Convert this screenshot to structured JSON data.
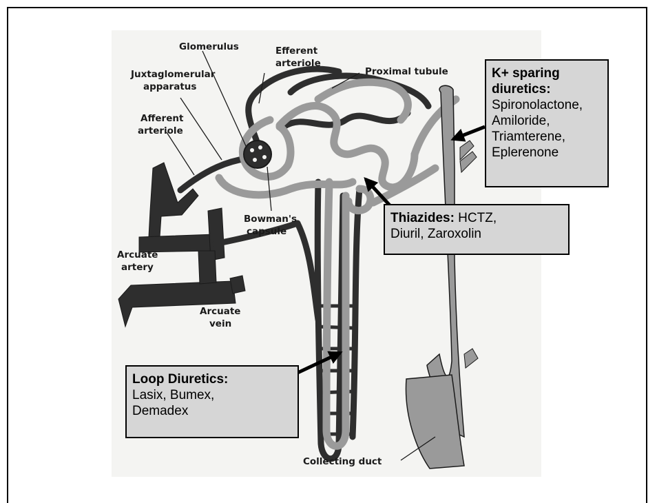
{
  "diagram": {
    "labels": {
      "glomerulus": "Glomerulus",
      "efferent_arteriole_1": "Efferent",
      "efferent_arteriole_2": "arteriole",
      "proximal_tubule": "Proximal tubule",
      "juxtaglomerular_1": "Juxtaglomerular",
      "juxtaglomerular_2": "apparatus",
      "afferent_arteriole_1": "Afferent",
      "afferent_arteriole_2": "arteriole",
      "bowmans_capsule_1": "Bowman's",
      "bowmans_capsule_2": "capsule",
      "arcuate_artery_1": "Arcuate",
      "arcuate_artery_2": "artery",
      "arcuate_vein_1": "Arcuate",
      "arcuate_vein_2": "vein",
      "collecting_duct": "Collecting duct"
    },
    "colors": {
      "vessel": "#2e2e2e",
      "tubule": "#9a9a9a",
      "outline": "#1a1a1a",
      "background": "#f4f4f2"
    }
  },
  "callouts": {
    "k_sparing": {
      "title_1": "K+ sparing",
      "title_2": "diuretics:",
      "drugs": [
        "Spironolactone,",
        "Amiloride,",
        "Triamterene,",
        "Eplerenone"
      ]
    },
    "thiazides": {
      "title": "Thiazides:",
      "line_1_rest": " HCTZ,",
      "line_2": "Diuril, Zaroxolin"
    },
    "loop": {
      "title": "Loop Diuretics:",
      "line_2": "Lasix, Bumex,",
      "line_3": "Demadex"
    },
    "box_color": "#d6d6d6"
  }
}
